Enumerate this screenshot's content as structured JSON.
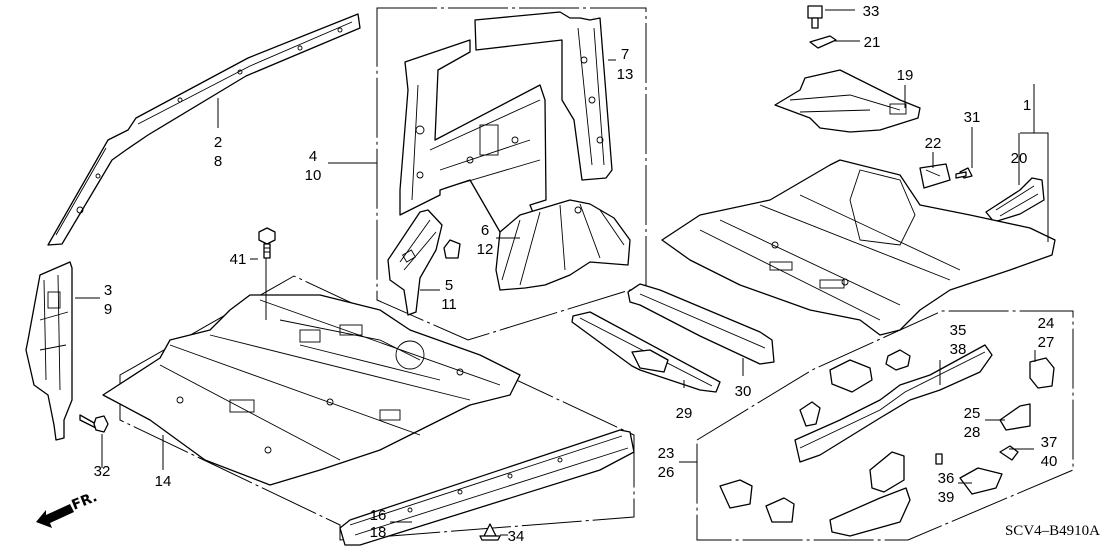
{
  "diagram": {
    "code": "SCV4–B4910A",
    "direction_label": "FR.",
    "callouts": [
      {
        "id": "c1",
        "lines": [
          "1"
        ]
      },
      {
        "id": "c2",
        "lines": [
          "2",
          "8"
        ]
      },
      {
        "id": "c3",
        "lines": [
          "3",
          "9"
        ]
      },
      {
        "id": "c4",
        "lines": [
          "4",
          "10"
        ]
      },
      {
        "id": "c5",
        "lines": [
          "5",
          "11"
        ]
      },
      {
        "id": "c6",
        "lines": [
          "6",
          "12"
        ]
      },
      {
        "id": "c7",
        "lines": [
          "7",
          "13"
        ]
      },
      {
        "id": "c14",
        "lines": [
          "14"
        ]
      },
      {
        "id": "c16",
        "lines": [
          "16",
          "18"
        ]
      },
      {
        "id": "c19",
        "lines": [
          "19"
        ]
      },
      {
        "id": "c20",
        "lines": [
          "20"
        ]
      },
      {
        "id": "c21",
        "lines": [
          "21"
        ]
      },
      {
        "id": "c22",
        "lines": [
          "22"
        ]
      },
      {
        "id": "c23",
        "lines": [
          "23",
          "26"
        ]
      },
      {
        "id": "c24",
        "lines": [
          "24",
          "27"
        ]
      },
      {
        "id": "c25",
        "lines": [
          "25",
          "28"
        ]
      },
      {
        "id": "c29",
        "lines": [
          "29"
        ]
      },
      {
        "id": "c30",
        "lines": [
          "30"
        ]
      },
      {
        "id": "c31",
        "lines": [
          "31"
        ]
      },
      {
        "id": "c32",
        "lines": [
          "32"
        ]
      },
      {
        "id": "c33",
        "lines": [
          "33"
        ]
      },
      {
        "id": "c34",
        "lines": [
          "34"
        ]
      },
      {
        "id": "c35",
        "lines": [
          "35",
          "38"
        ]
      },
      {
        "id": "c36",
        "lines": [
          "36",
          "39"
        ]
      },
      {
        "id": "c37",
        "lines": [
          "37",
          "40"
        ]
      },
      {
        "id": "c41",
        "lines": [
          "41"
        ]
      }
    ]
  }
}
